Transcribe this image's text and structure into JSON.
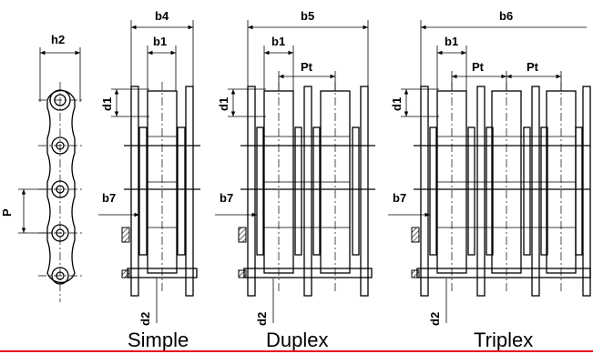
{
  "dimensions": {
    "h2": "h2",
    "p": "P",
    "b4": "b4",
    "b5": "b5",
    "b6": "b6",
    "b1": "b1",
    "d1": "d1",
    "pt": "Pt",
    "b7": "b7",
    "d2": "d2"
  },
  "captions": {
    "simple": "Simple",
    "duplex": "Duplex",
    "triplex": "Triplex"
  },
  "colors": {
    "line": "#000000",
    "baseline": "#e8151c"
  }
}
